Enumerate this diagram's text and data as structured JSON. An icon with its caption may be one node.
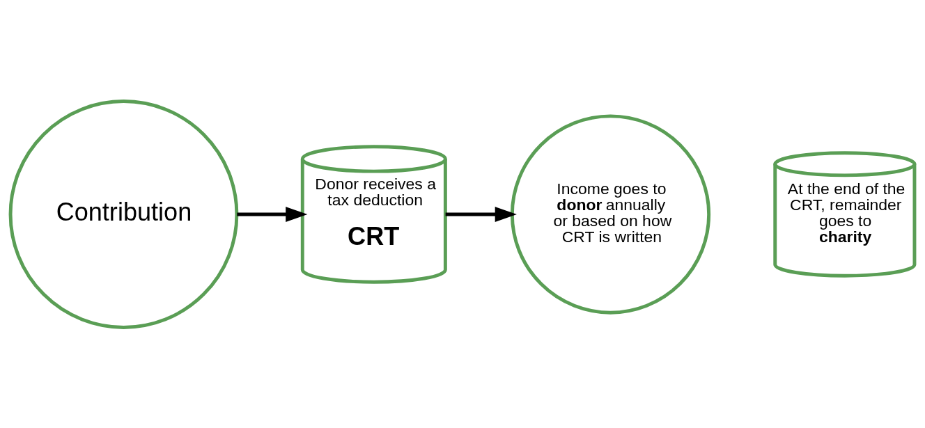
{
  "diagram": {
    "nodes": [
      {
        "text": [
          "Contribution"
        ]
      },
      {
        "text": [
          "Donor receives a tax deduction",
          "CRT"
        ]
      },
      {
        "text": [
          "Income goes to **donor** annually or based on how CRT is written"
        ]
      },
      {
        "text": [
          "At the end of the CRT, remainder goes to **charity**"
        ]
      }
    ],
    "edges": [
      {
        "from": 0,
        "to": 1,
        "arrow": "to"
      },
      {
        "from": 1,
        "to": 2,
        "arrow": "to"
      }
    ]
  }
}
